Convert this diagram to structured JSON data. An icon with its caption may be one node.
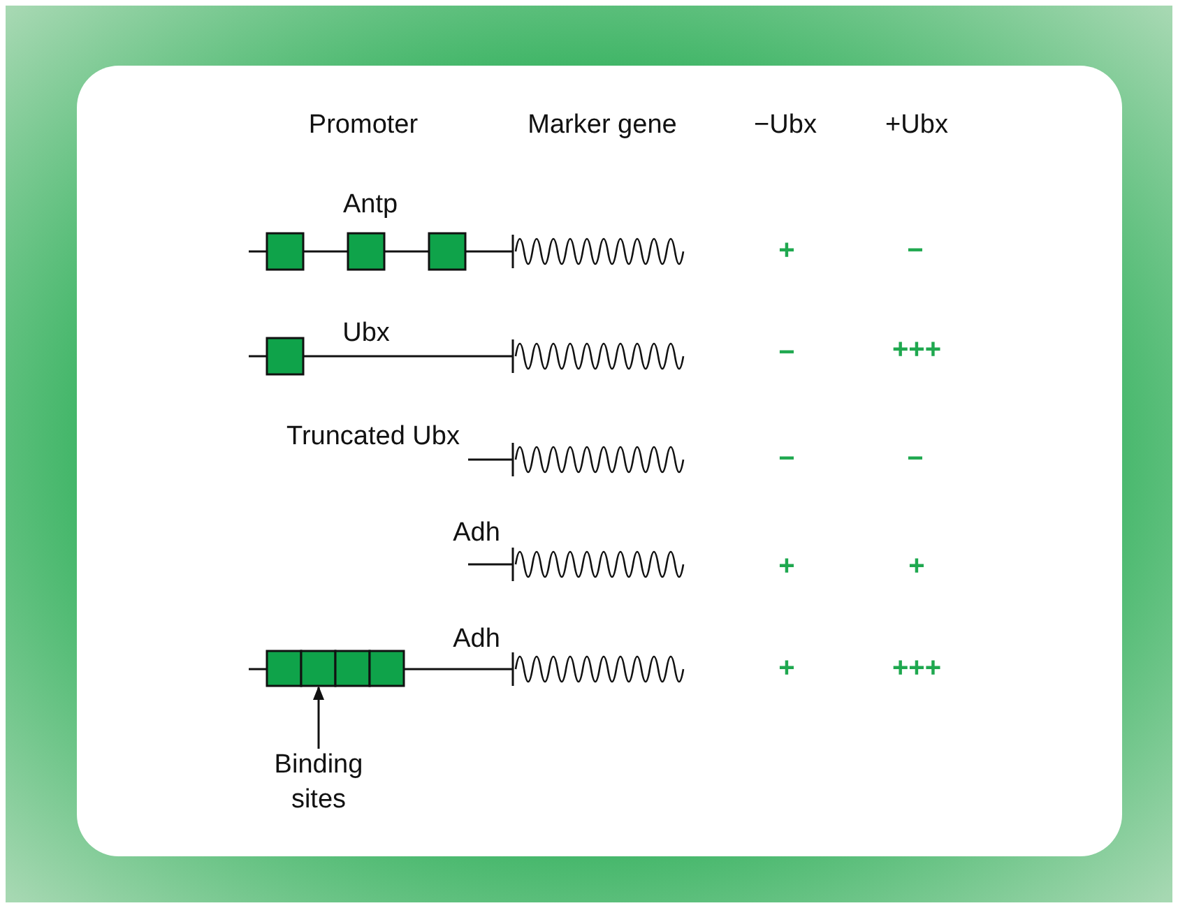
{
  "diagram": {
    "nodes": [
      {
        "text": [
          "Binding sites"
        ]
      },
      {
        "text": [],
        "shape": "box"
      }
    ],
    "edges": [
      {
        "from": 0,
        "to": 1,
        "arrow": "to"
      }
    ],
    "labels": [
      "Promoter",
      "Marker gene",
      "−Ubx",
      "+Ubx",
      "Antp",
      "+",
      "−",
      "Ubx",
      "−",
      "+++",
      "Truncated Ubx",
      "−",
      "−",
      "Adh",
      "+",
      "+",
      "Adh",
      "+",
      "+++"
    ]
  }
}
